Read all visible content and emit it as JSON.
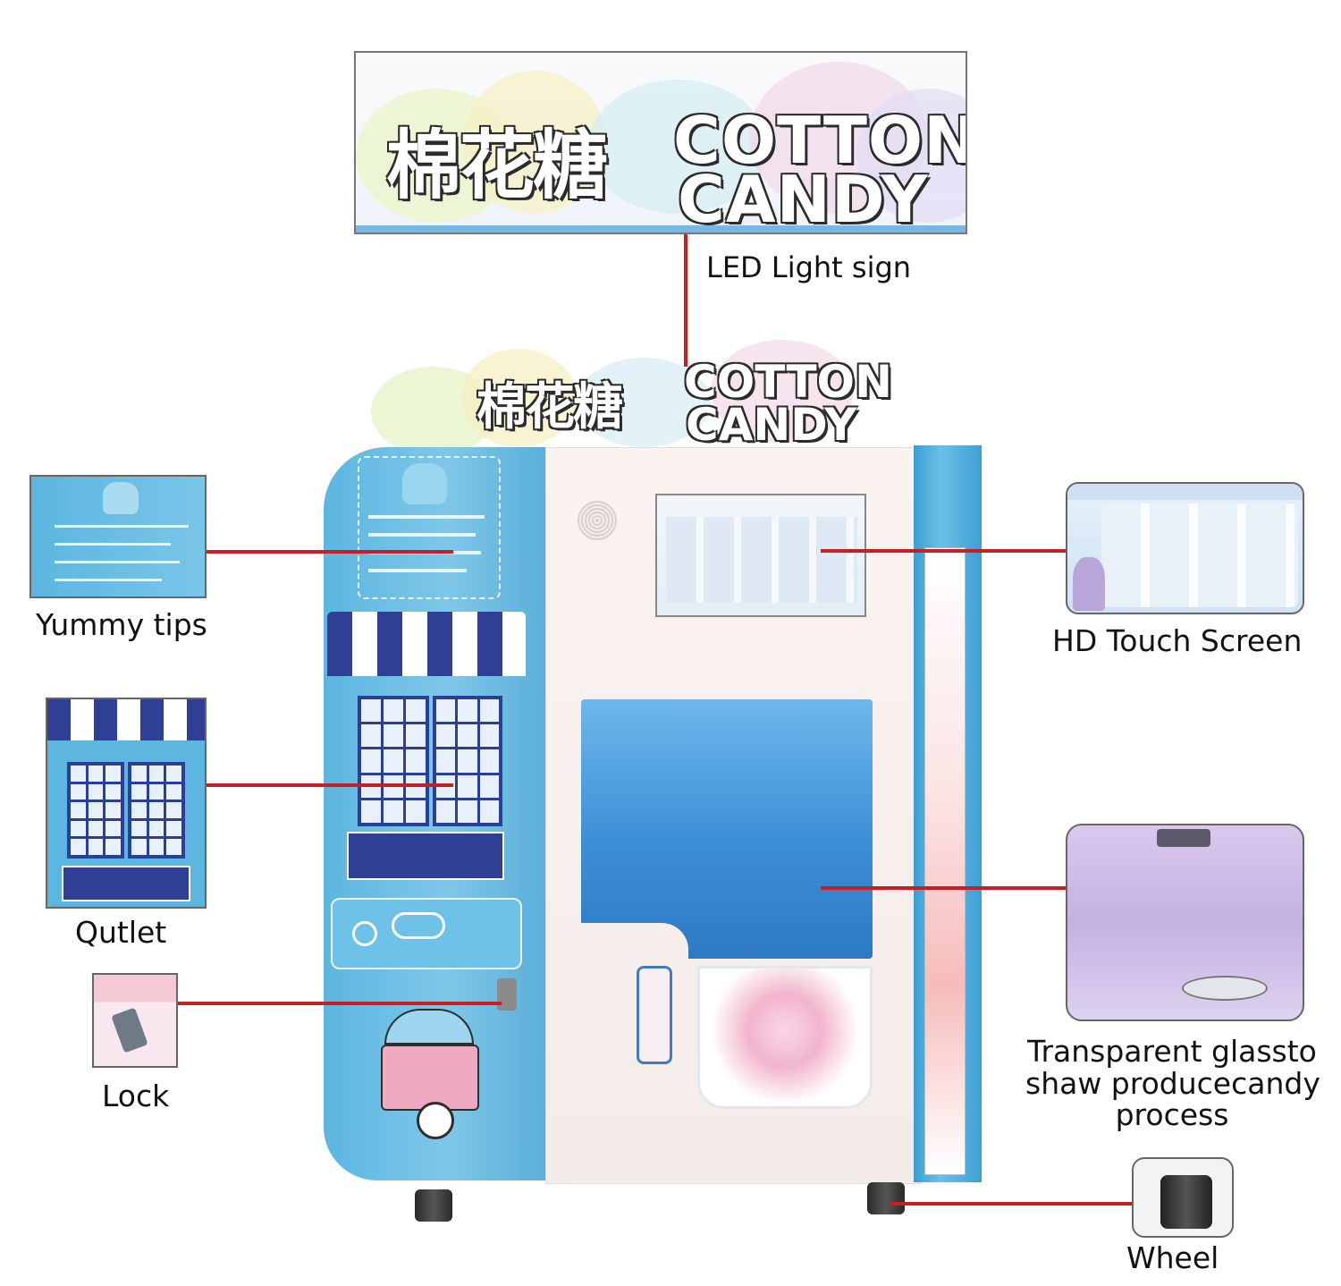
{
  "sign": {
    "chinese": "棉花糖",
    "line1": "COTTON",
    "line2": "CANDY"
  },
  "labels": {
    "led_sign": "LED Light sign",
    "yummy_tips": "Yummy tips",
    "outlet": "Qutlet",
    "lock": "Lock",
    "touch_screen": "HD Touch Screen",
    "glass_line1": "Transparent glassto",
    "glass_line2": "shaw producecandy",
    "glass_line3": "process",
    "wheel": "Wheel"
  },
  "colors": {
    "leader": "#c72024",
    "machine_blue": "#5cb6e0",
    "awning_navy": "#2a3f96"
  }
}
